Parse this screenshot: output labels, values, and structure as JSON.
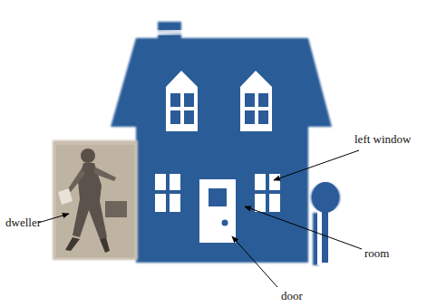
{
  "diagram": {
    "labels": [
      "left window",
      "dweller",
      "room",
      "door"
    ]
  }
}
